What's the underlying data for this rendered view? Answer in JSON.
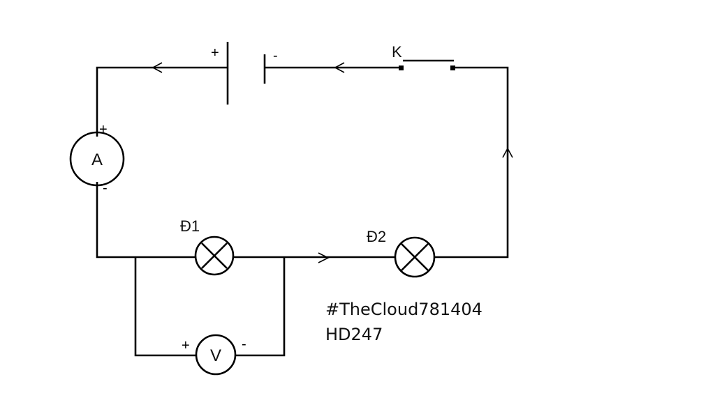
{
  "components": {
    "battery": {
      "plus": "+",
      "minus": "-"
    },
    "switch": {
      "label": "K"
    },
    "ammeter": {
      "symbol": "A",
      "plus": "+",
      "minus": "-"
    },
    "voltmeter": {
      "symbol": "V",
      "plus": "+",
      "minus": "-"
    },
    "lamp1": {
      "label": "Đ1"
    },
    "lamp2": {
      "label": "Đ2"
    }
  },
  "caption": {
    "line1": "#TheCloud781404",
    "line2": "HD247"
  },
  "colors": {
    "stroke": "#000000",
    "background": "#ffffff"
  }
}
